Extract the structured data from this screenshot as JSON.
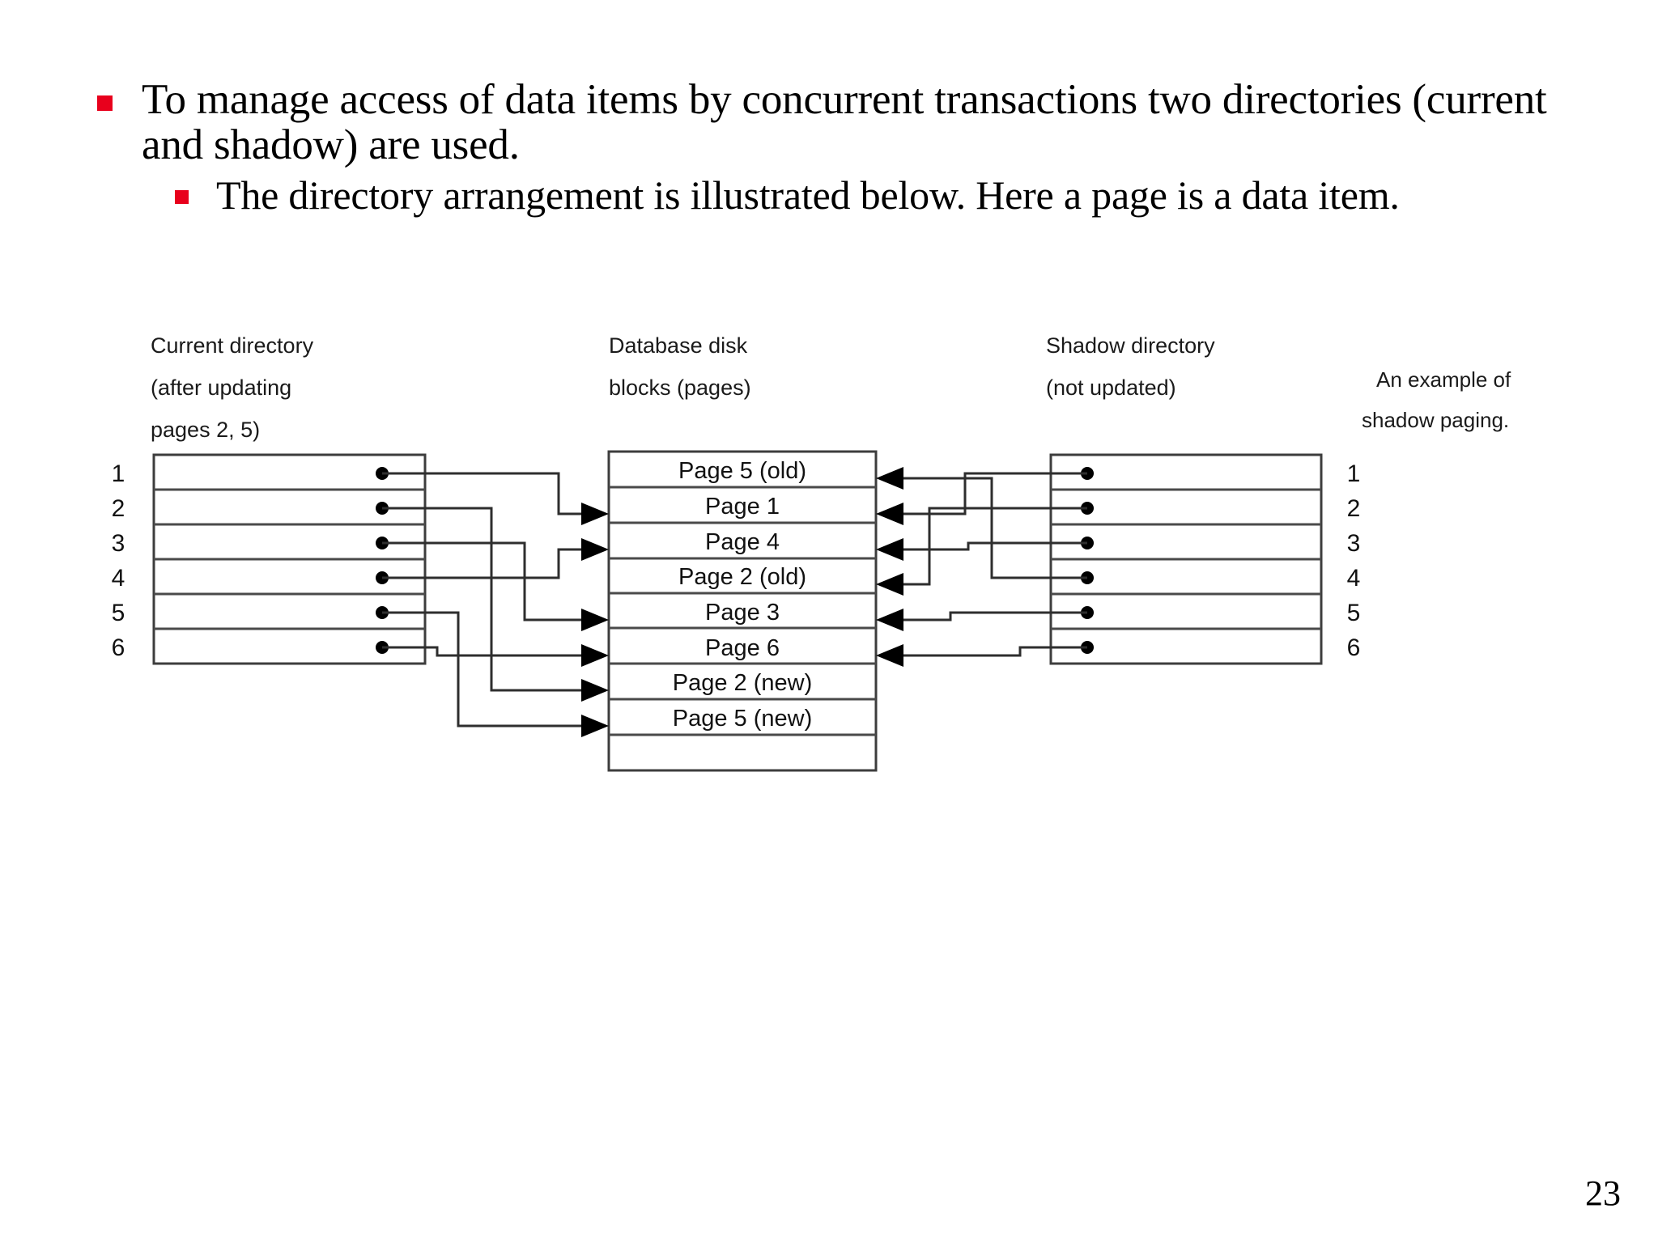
{
  "slide": {
    "page_number": "23",
    "bullets": [
      {
        "level": 1,
        "text": "To manage access of data items by concurrent transactions two directories (current and shadow) are used."
      },
      {
        "level": 2,
        "text": "The directory arrangement is illustrated below.  Here a page is a data item."
      }
    ],
    "bullet_marker_color": "#e8001c"
  },
  "diagram": {
    "title_left_line1": "Current directory",
    "title_left_line2": "(after updating",
    "title_left_line3": "pages 2, 5)",
    "title_center_line1": "Database disk",
    "title_center_line2": "blocks (pages)",
    "title_right_line1": "Shadow directory",
    "title_right_line2": "(not updated)",
    "caption_line1": "An example of",
    "caption_line2": "shadow paging.",
    "current_directory": {
      "row_labels": [
        "1",
        "2",
        "3",
        "4",
        "5",
        "6"
      ]
    },
    "shadow_directory": {
      "row_labels": [
        "1",
        "2",
        "3",
        "4",
        "5",
        "6"
      ]
    },
    "disk_blocks": {
      "rows": [
        "Page 5 (old)",
        "Page 1",
        "Page 4",
        "Page 2 (old)",
        "Page 3",
        "Page 6",
        "Page 2 (new)",
        "Page 5 (new)",
        ""
      ]
    },
    "current_directory_links": [
      {
        "from_entry": "1",
        "to_block": "Page 1"
      },
      {
        "from_entry": "2",
        "to_block": "Page 2 (new)"
      },
      {
        "from_entry": "3",
        "to_block": "Page 3"
      },
      {
        "from_entry": "4",
        "to_block": "Page 4"
      },
      {
        "from_entry": "5",
        "to_block": "Page 5 (new)"
      },
      {
        "from_entry": "6",
        "to_block": "Page 6"
      }
    ],
    "shadow_directory_links": [
      {
        "from_entry": "1",
        "to_block": "Page 1"
      },
      {
        "from_entry": "2",
        "to_block": "Page 2 (old)"
      },
      {
        "from_entry": "3",
        "to_block": "Page 4"
      },
      {
        "from_entry": "4",
        "to_block": "Page 5 (old)"
      },
      {
        "from_entry": "5",
        "to_block": "Page 3"
      },
      {
        "from_entry": "6",
        "to_block": "Page 6"
      }
    ]
  }
}
